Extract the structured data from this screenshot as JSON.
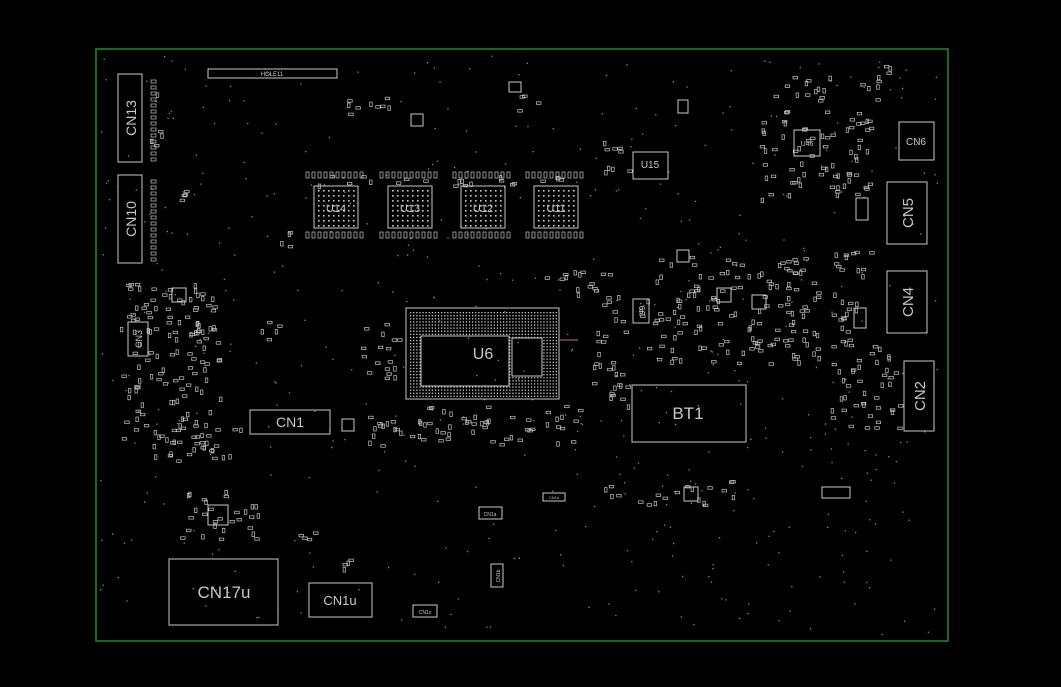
{
  "viewer": {
    "background": "#000000",
    "outline_color": "#1f8a1f",
    "part_color": "#c8c8c8",
    "via_color": "#2fb3a6",
    "trace_color": "#c0707a"
  },
  "labels": {
    "hole": "HOLE11",
    "cn13": "CN13",
    "cn10": "CN10",
    "cn3": "CN3",
    "cn1": "CN1",
    "cn17u": "CN17u",
    "cn1u": "CN1u",
    "u14": "U14",
    "u13": "U13",
    "u12": "U12",
    "u11": "U11",
    "u15": "U15",
    "u46": "U46",
    "u6": "U6",
    "u9": "U9",
    "bt1": "BT1",
    "cn6": "CN6",
    "cn5": "CN5",
    "cn4": "CN4",
    "cn2": "CN2",
    "cn1a": "CN1a",
    "cn1b": "CN1b",
    "cn1c": "CN1c",
    "cn1d": "CN1d"
  }
}
